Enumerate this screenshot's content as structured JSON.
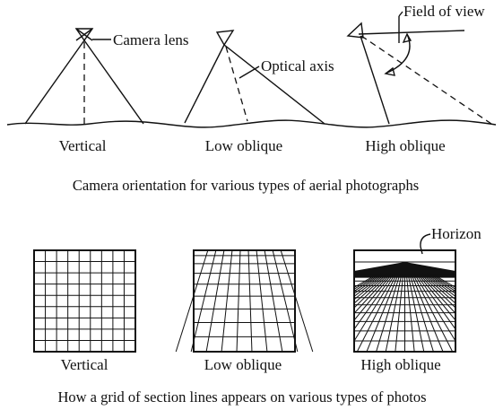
{
  "top_panel": {
    "callouts": {
      "camera_lens": "Camera lens",
      "optical_axis": "Optical axis",
      "field_of_view": "Field of view"
    },
    "labels": [
      "Vertical",
      "Low oblique",
      "High oblique"
    ],
    "caption": "Camera orientation for various types of aerial photographs"
  },
  "bottom_panel": {
    "callouts": {
      "horizon": "Horizon"
    },
    "labels": [
      "Vertical",
      "Low oblique",
      "High oblique"
    ],
    "caption": "How a grid of section lines appears on various types of photos"
  }
}
